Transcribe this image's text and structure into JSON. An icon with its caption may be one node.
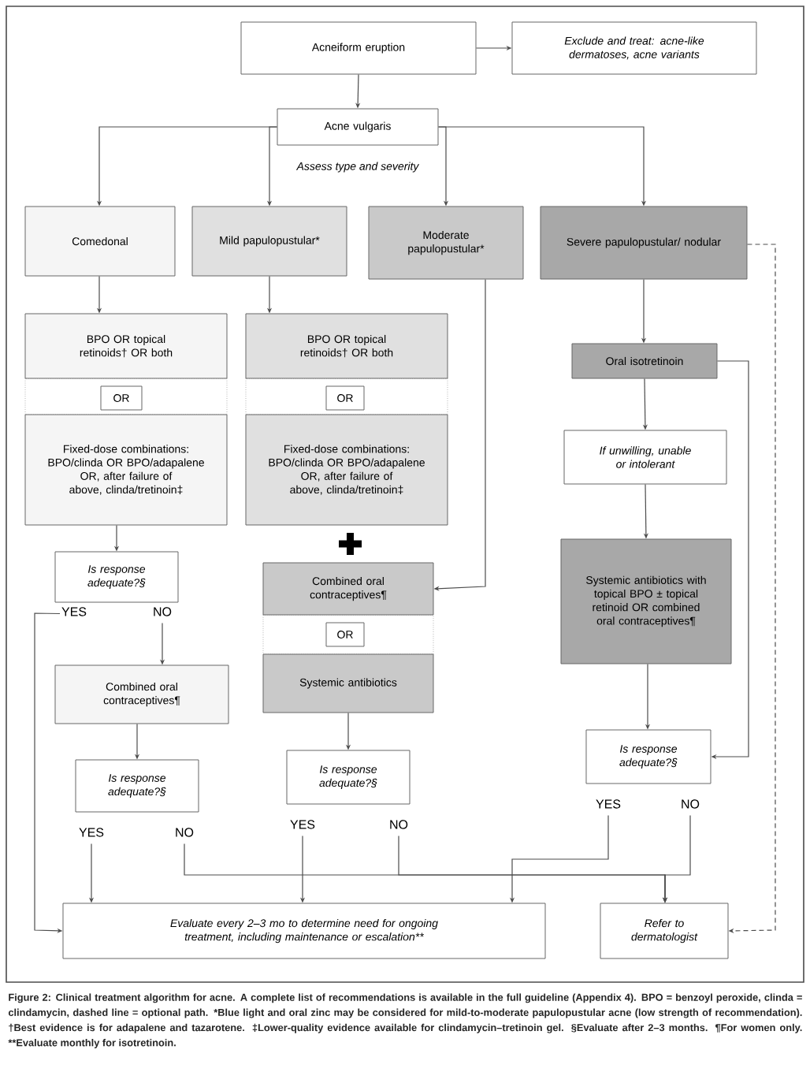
{
  "diagram": {
    "caption": "Figure 2: Clinical treatment algorithm for acne. A complete list of recommendations is available in the full guideline (Appendix 4). BPO = benzoyl peroxide, clinda = clindamycin, dashed line = optional path. *Blue light and oral zinc may be considered for mild-to-moderate papulopustular acne (low strength of recommendation). †Best evidence is for adapalene and tazarotene. ‡Lower-quality evidence available for clindamycin–tretinoin gel. §Evaluate after 2–3 months. ¶For women only. **Evaluate monthly for isotretinoin.",
    "nodes": [
      {
        "text": [
          "Acneiform eruption"
        ]
      },
      {
        "text": [
          "Exclude and treat: acne-like dermatoses, acne variants"
        ]
      },
      {
        "text": [
          "Acne vulgaris"
        ]
      },
      {
        "text": [
          "Comedonal"
        ]
      },
      {
        "text": [
          "Mild papulopustular*"
        ]
      },
      {
        "text": [
          "Moderate papulopustular*"
        ]
      },
      {
        "text": [
          "Severe papulopustular/ nodular"
        ]
      },
      {
        "text": [
          "BPO OR topical retinoids† OR both"
        ]
      },
      {
        "text": [
          "OR"
        ]
      },
      {
        "text": [
          "Fixed-dose combinations: BPO/clinda OR BPO/adapalene OR, after failure of above, clinda/tretinoin‡"
        ]
      },
      {
        "text": [
          "Is response adequate?§"
        ]
      },
      {
        "text": [
          "Combined oral contraceptives¶"
        ]
      },
      {
        "text": [
          "Is response adequate?§"
        ]
      },
      {
        "text": [
          "BPO OR topical retinoids† OR both"
        ]
      },
      {
        "text": [
          "OR"
        ]
      },
      {
        "text": [
          "Fixed-dose combinations: BPO/clinda OR BPO/adapalene OR, after failure of above, clinda/tretinoin‡"
        ]
      },
      {
        "text": [
          "Combined oral contraceptives¶"
        ]
      },
      {
        "text": [
          "OR"
        ]
      },
      {
        "text": [
          "Systemic antibiotics"
        ]
      },
      {
        "text": [
          "Is response adequate?§"
        ]
      },
      {
        "text": [
          "Oral isotretinoin"
        ]
      },
      {
        "text": [
          "If unwilling, unable or intolerant"
        ]
      },
      {
        "text": [
          "Systemic antibiotics with topical BPO ± topical retinoid OR combined oral contraceptives¶"
        ]
      },
      {
        "text": [
          "Is response adequate?§"
        ]
      },
      {
        "text": [
          "Evaluate every 2–3 mo to determine need for ongoing treatment, including maintenance or escalation**"
        ]
      },
      {
        "text": [
          "Refer to dermatologist"
        ]
      }
    ],
    "edges": [
      {
        "from": 0,
        "to": 1,
        "arrow": "to"
      },
      {
        "from": 0,
        "to": 2,
        "arrow": "to"
      },
      {
        "from": 2,
        "to": 3,
        "arrow": "to"
      },
      {
        "from": 2,
        "to": 4,
        "arrow": "to"
      },
      {
        "from": 2,
        "to": 5,
        "arrow": "to"
      },
      {
        "from": 2,
        "to": 6,
        "arrow": "to"
      },
      {
        "from": 3,
        "to": 7,
        "arrow": "to"
      },
      {
        "from": 4,
        "to": 13,
        "arrow": "to"
      },
      {
        "from": 9,
        "to": 10,
        "arrow": "to"
      },
      {
        "from": 10,
        "to": 24,
        "arrow": "to",
        "label": "YES"
      },
      {
        "from": 10,
        "to": 11,
        "arrow": "to",
        "label": "NO"
      },
      {
        "from": 11,
        "to": 12,
        "arrow": "to"
      },
      {
        "from": 12,
        "to": 24,
        "arrow": "to",
        "label": "YES"
      },
      {
        "from": 12,
        "to": 25,
        "arrow": "to",
        "label": "NO"
      },
      {
        "from": 5,
        "to": 16,
        "arrow": "to"
      },
      {
        "from": 18,
        "to": 19,
        "arrow": "to"
      },
      {
        "from": 19,
        "to": 24,
        "arrow": "to",
        "label": "YES"
      },
      {
        "from": 19,
        "to": 25,
        "arrow": "to",
        "label": "NO"
      },
      {
        "from": 6,
        "to": 20,
        "arrow": "to"
      },
      {
        "from": 20,
        "to": 21,
        "arrow": "to"
      },
      {
        "from": 21,
        "to": 22,
        "arrow": "to"
      },
      {
        "from": 20,
        "to": 23,
        "arrow": "to"
      },
      {
        "from": 22,
        "to": 23,
        "arrow": "to"
      },
      {
        "from": 23,
        "to": 24,
        "arrow": "to",
        "label": "YES"
      },
      {
        "from": 23,
        "to": 25,
        "arrow": "to",
        "label": "NO"
      },
      {
        "from": 6,
        "to": 25,
        "arrow": "to",
        "style": "dashed"
      }
    ],
    "labels": [
      "Assess type and severity"
    ]
  }
}
